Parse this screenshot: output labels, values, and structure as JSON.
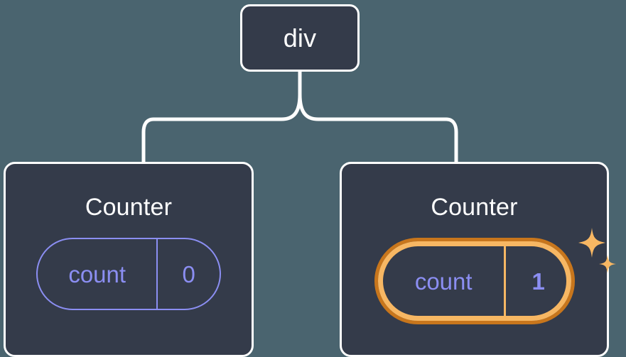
{
  "diagram": {
    "title_semantics": "react-component-tree-state-update",
    "type": "component-tree",
    "background_color": "#4a646f",
    "node_fill_color": "#343b4a",
    "node_border_color": "#ffffff",
    "state_color": "#8b8ef2",
    "highlight_outer_color": "#c8761c",
    "highlight_inner_color": "#f7b763",
    "connector_color": "#ffffff"
  },
  "root": {
    "label": "div"
  },
  "children": [
    {
      "label": "Counter",
      "state": {
        "key": "count",
        "value": "0",
        "highlighted": false
      }
    },
    {
      "label": "Counter",
      "state": {
        "key": "count",
        "value": "1",
        "highlighted": true
      },
      "sparkle_icon": "sparkles-icon"
    }
  ]
}
